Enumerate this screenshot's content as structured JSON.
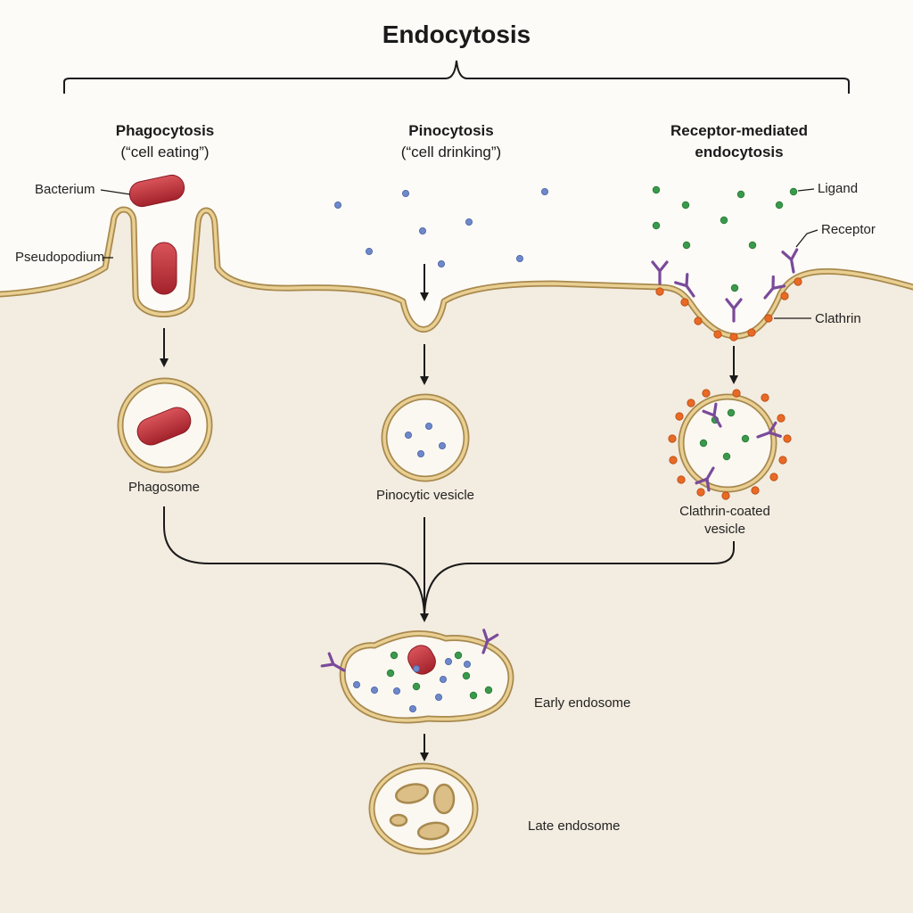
{
  "title": "Endocytosis",
  "columns": {
    "phagocytosis": {
      "heading": "Phagocytosis",
      "subtitle": "(“cell eating”)",
      "vesicle": "Phagosome"
    },
    "pinocytosis": {
      "heading": "Pinocytosis",
      "subtitle": "(“cell drinking”)",
      "vesicle": "Pinocytic vesicle"
    },
    "receptor": {
      "heading_line1": "Receptor-mediated",
      "heading_line2": "endocytosis",
      "vesicle_line1": "Clathrin-coated",
      "vesicle_line2": "vesicle"
    }
  },
  "labels": {
    "bacterium": "Bacterium",
    "pseudopodium": "Pseudopodium",
    "ligand": "Ligand",
    "receptor": "Receptor",
    "clathrin": "Clathrin",
    "early_endosome": "Early endosome",
    "late_endosome": "Late endosome"
  },
  "colors": {
    "background": "#fdfbf7",
    "cytoplasm": "#f3ece0",
    "membrane": "#d7b673",
    "membrane_outline": "#a8894e",
    "bacterium": "#c0323a",
    "solute": "#6f88c9",
    "ligand": "#3a9a4c",
    "receptor": "#7a4a9a",
    "clathrin": "#e86a25"
  }
}
